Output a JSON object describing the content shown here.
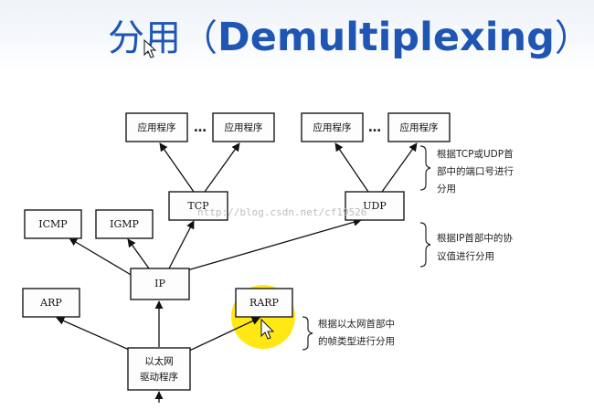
{
  "title": {
    "chinese": "分用",
    "open_paren": "（",
    "english": "Demultiplexing",
    "close_paren": "）"
  },
  "diagram": {
    "nodes": {
      "app1": "应用程序",
      "app2": "应用程序",
      "app3": "应用程序",
      "app4": "应用程序",
      "tcp": "TCP",
      "udp": "UDP",
      "icmp": "ICMP",
      "igmp": "IGMP",
      "ip": "IP",
      "arp": "ARP",
      "rarp": "RARP",
      "eth_line1": "以太网",
      "eth_line2": "驱动程序"
    },
    "ellipsis": "…",
    "notes": {
      "transport_line1": "根据TCP或UDP首",
      "transport_line2": "部中的端口号进行",
      "transport_line3": "分用",
      "ip_line1": "根据IP首部中的协",
      "ip_line2": "议值进行分用",
      "eth_line1": "根据以太网首部中",
      "eth_line2": "的帧类型进行分用"
    },
    "watermark": "http://blog.csdn.net/cf19526"
  },
  "colors": {
    "title": "#1f56b3",
    "highlight": "#ffe600"
  }
}
